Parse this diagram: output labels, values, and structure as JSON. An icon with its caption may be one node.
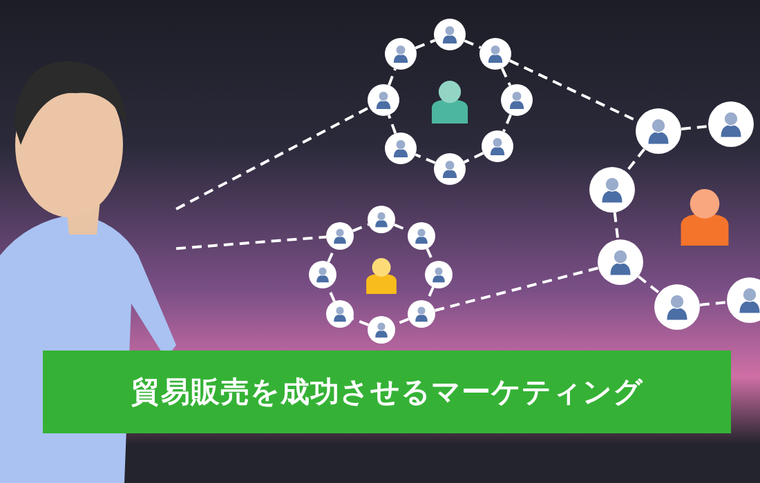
{
  "diagram": {
    "nodes": [
      {
        "text": [],
        "shape": "picture"
      },
      {
        "text": [],
        "shape": "person"
      },
      {
        "text": [],
        "shape": "person"
      },
      {
        "text": [],
        "shape": "person"
      },
      {
        "text": [],
        "shape": "person"
      },
      {
        "text": [],
        "shape": "person"
      },
      {
        "text": [],
        "shape": "person"
      },
      {
        "text": [],
        "shape": "person"
      },
      {
        "text": [],
        "shape": "person"
      },
      {
        "text": [],
        "shape": "person"
      },
      {
        "text": [],
        "shape": "person"
      },
      {
        "text": [],
        "shape": "person"
      },
      {
        "text": [],
        "shape": "person"
      },
      {
        "text": [],
        "shape": "person"
      },
      {
        "text": [],
        "shape": "person"
      },
      {
        "text": [],
        "shape": "person"
      },
      {
        "text": [],
        "shape": "person"
      },
      {
        "text": [],
        "shape": "person"
      },
      {
        "text": [],
        "shape": "person"
      },
      {
        "text": [],
        "shape": "person"
      },
      {
        "text": [],
        "shape": "person"
      },
      {
        "text": [],
        "shape": "person"
      },
      {
        "text": [],
        "shape": "person"
      },
      {
        "text": [],
        "shape": "person"
      },
      {
        "text": [],
        "shape": "person"
      },
      {
        "text": [],
        "shape": "person"
      },
      {
        "text": [
          "貿易販売を成功させるマーケティング"
        ]
      }
    ],
    "edges": [
      {
        "from": 2,
        "to": 3,
        "arrow": "none",
        "style": "dashed"
      },
      {
        "from": 3,
        "to": 4,
        "arrow": "none",
        "style": "dashed"
      },
      {
        "from": 4,
        "to": 5,
        "arrow": "none",
        "style": "dashed"
      },
      {
        "from": 5,
        "to": 6,
        "arrow": "none",
        "style": "dashed"
      },
      {
        "from": 6,
        "to": 7,
        "arrow": "none",
        "style": "dashed"
      },
      {
        "from": 7,
        "to": 8,
        "arrow": "none",
        "style": "dashed"
      },
      {
        "from": 8,
        "to": 9,
        "arrow": "none",
        "style": "dashed"
      },
      {
        "from": 9,
        "to": 2,
        "arrow": "none",
        "style": "dashed"
      },
      {
        "from": 11,
        "to": 12,
        "arrow": "none",
        "style": "dashed"
      },
      {
        "from": 12,
        "to": 13,
        "arrow": "none",
        "style": "dashed"
      },
      {
        "from": 13,
        "to": 14,
        "arrow": "none",
        "style": "dashed"
      },
      {
        "from": 14,
        "to": 15,
        "arrow": "none",
        "style": "dashed"
      },
      {
        "from": 15,
        "to": 16,
        "arrow": "none",
        "style": "dashed"
      },
      {
        "from": 16,
        "to": 17,
        "arrow": "none",
        "style": "dashed"
      },
      {
        "from": 17,
        "to": 18,
        "arrow": "none",
        "style": "dashed"
      },
      {
        "from": 18,
        "to": 11,
        "arrow": "none",
        "style": "dashed"
      },
      {
        "from": 20,
        "to": 21,
        "arrow": "none",
        "style": "dashed"
      },
      {
        "from": 20,
        "to": 22,
        "arrow": "none",
        "style": "dashed"
      },
      {
        "from": 22,
        "to": 23,
        "arrow": "none",
        "style": "dashed"
      },
      {
        "from": 23,
        "to": 24,
        "arrow": "none",
        "style": "dashed"
      },
      {
        "from": 24,
        "to": 25,
        "arrow": "none",
        "style": "dashed"
      },
      {
        "from": 0,
        "to": 8,
        "arrow": "none",
        "style": "dashed"
      },
      {
        "from": 0,
        "to": 18,
        "arrow": "none",
        "style": "dashed"
      },
      {
        "from": 3,
        "to": 20,
        "arrow": "none",
        "style": "dashed"
      },
      {
        "from": 14,
        "to": 23,
        "arrow": "none",
        "style": "dashed"
      }
    ]
  }
}
